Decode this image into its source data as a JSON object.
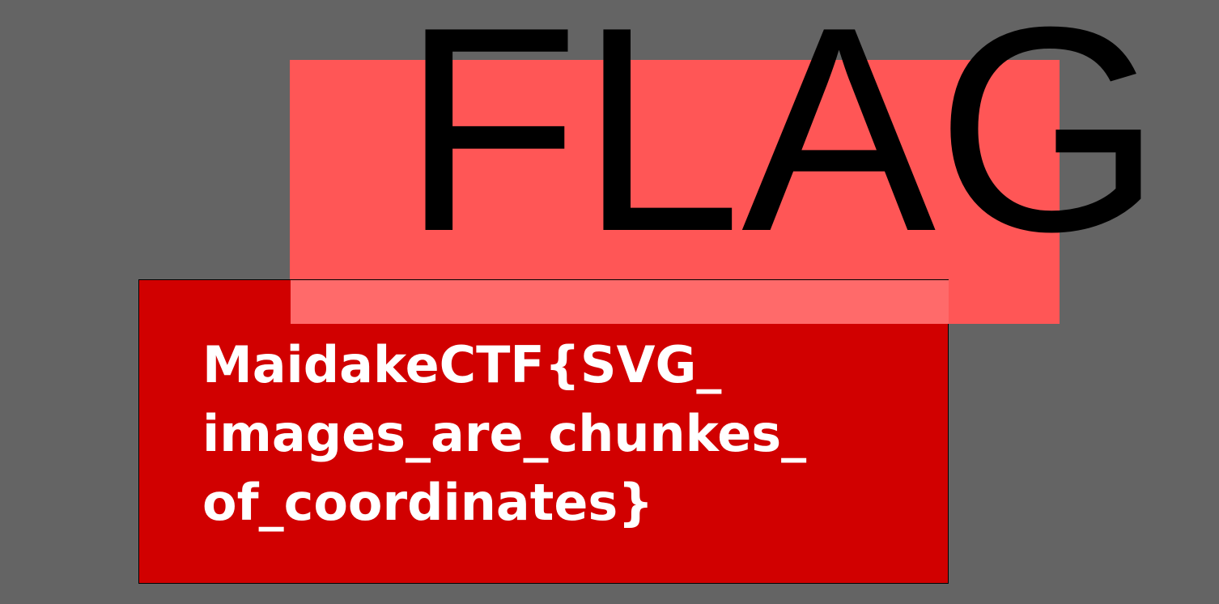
{
  "heading": "FLAG",
  "flag_lines": [
    "MaidakeCTF{SVG_",
    "images_are_chunkes_",
    "of_coordinates}"
  ],
  "colors": {
    "background": "#646464",
    "pink": "#ff5656",
    "overlap": "#ff6a6a",
    "red": "#d10000",
    "heading_text": "#000000",
    "flag_text": "#ffffff",
    "border": "#000000"
  }
}
